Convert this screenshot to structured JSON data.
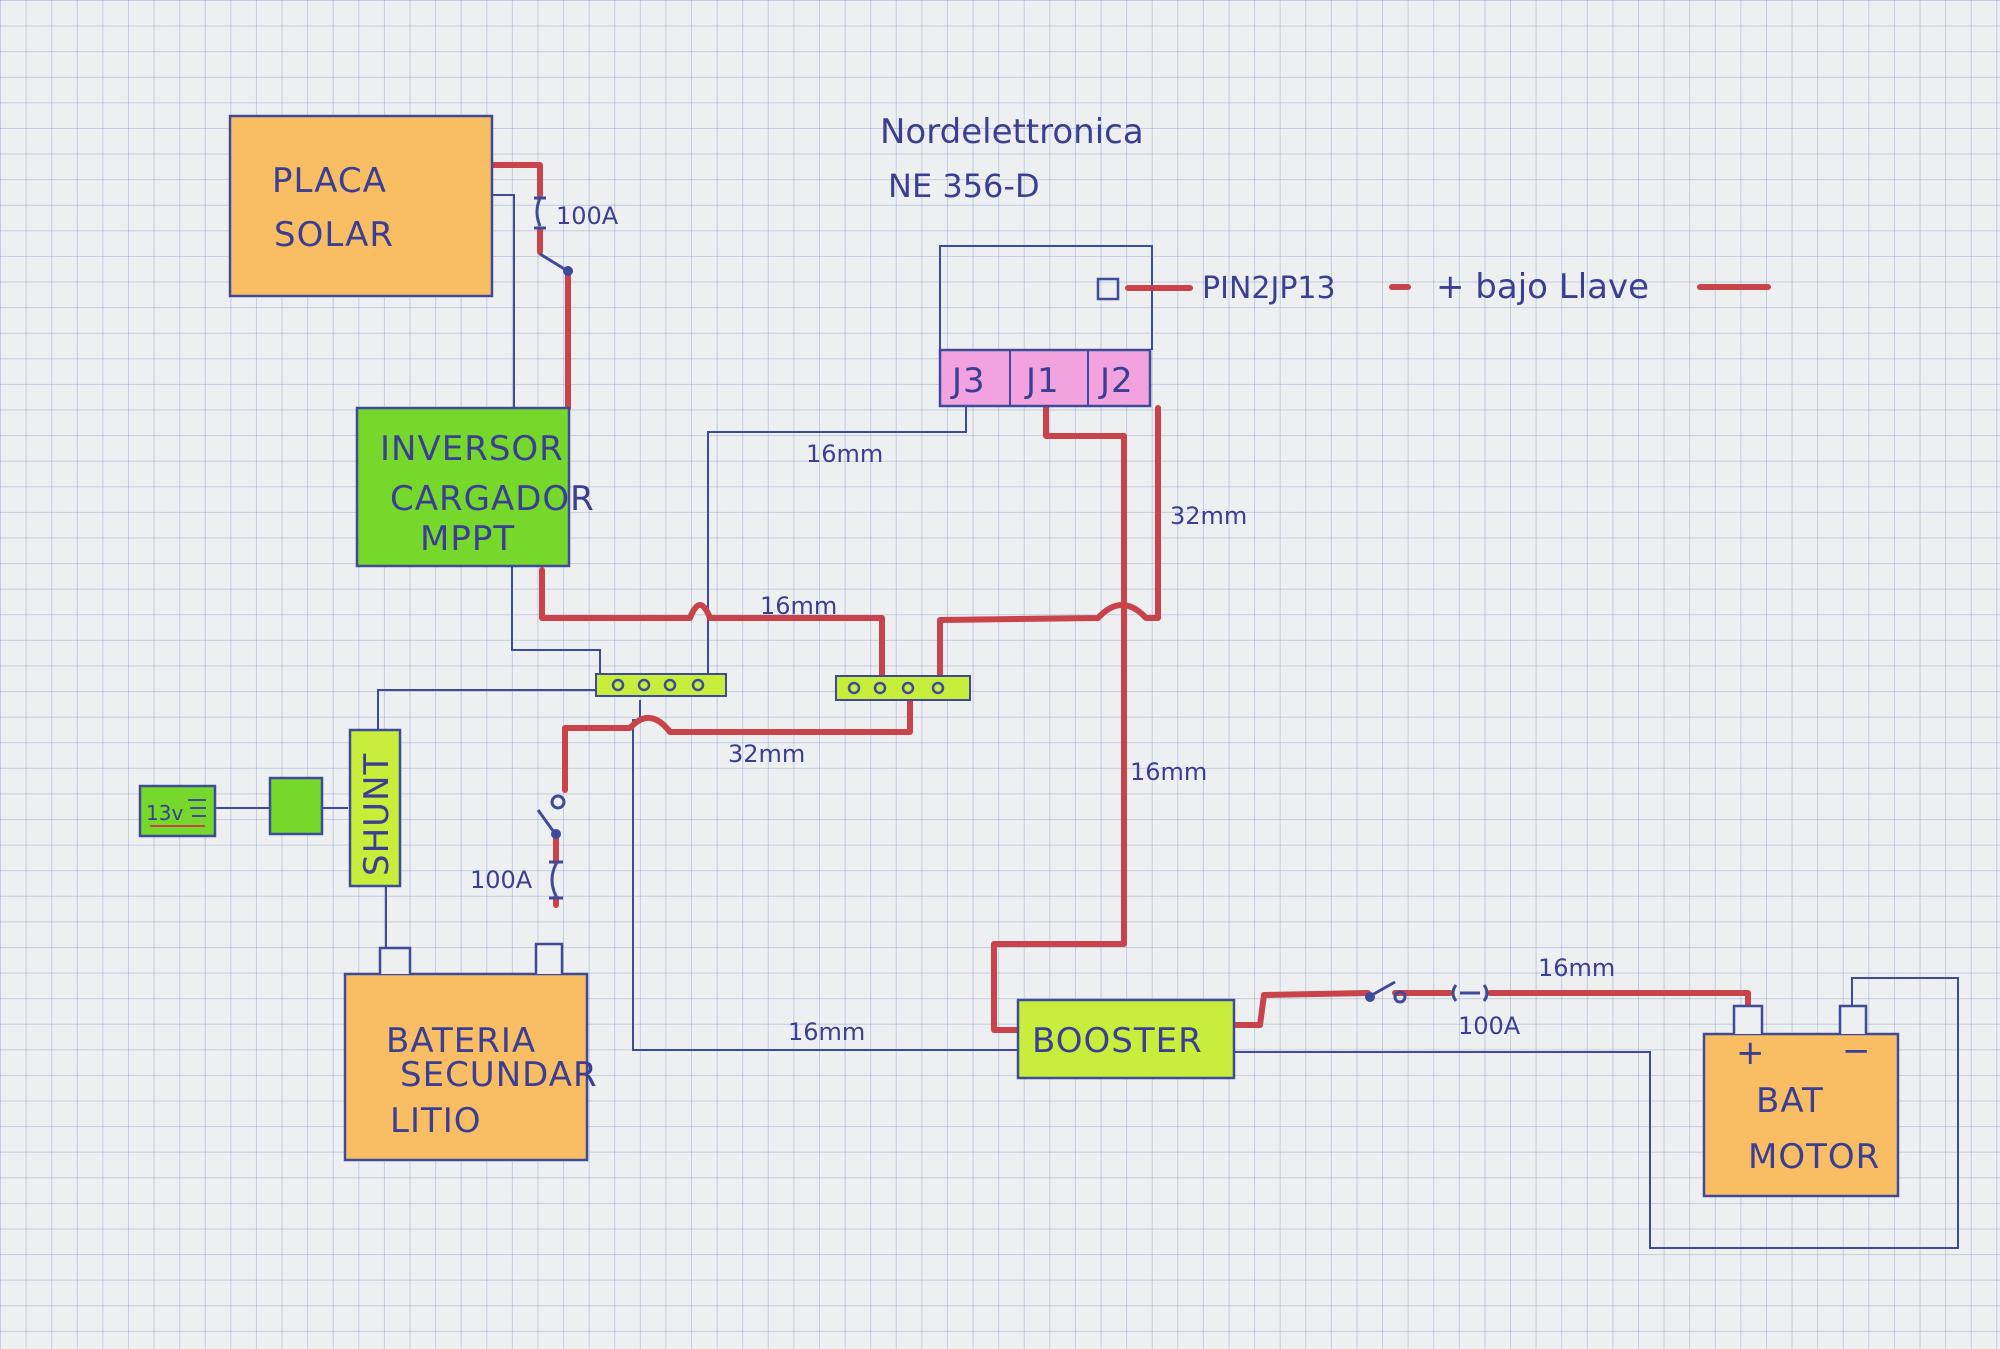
{
  "title": {
    "line1": "Nordelettronica",
    "line2": "NE 356-D"
  },
  "colors": {
    "orange": "#f9bd63",
    "green": "#76d82a",
    "yellow_green": "#c7ee3a",
    "pink": "#f3a2e0",
    "wire_red": "#c8434a",
    "wire_blue": "#3e4a9a",
    "ink": "#3a3f93"
  },
  "components": {
    "solar": {
      "line1": "PLACA",
      "line2": "SOLAR"
    },
    "inverter": {
      "line1": "INVERSOR",
      "line2": "CARGADOR",
      "line3": "MPPT"
    },
    "battery_secondary": {
      "line1": "BATERIA",
      "line2": "SECUNDAR",
      "line3": "LITIO"
    },
    "shunt": {
      "label": "SHUNT"
    },
    "monitor": {
      "label": "13v"
    },
    "booster": {
      "label": "BOOSTER"
    },
    "battery_motor": {
      "line1": "BAT",
      "line2": "MOTOR",
      "plus": "+",
      "minus": "−"
    },
    "controller": {
      "terminals": [
        "J3",
        "J1",
        "J2"
      ],
      "pin_label": "PIN2JP13",
      "key_label": "+ bajo Llave"
    }
  },
  "fuses": {
    "solar_fuse": "100A",
    "battery_fuse": "100A",
    "motor_fuse": "100A"
  },
  "wire_labels": {
    "controller_to_busbar": "16mm",
    "j2_wire": "32mm",
    "inverter_to_busbar": "16mm",
    "battery_to_busbar": "32mm",
    "j1_to_booster": "16mm",
    "booster_negative": "16mm",
    "motor_positive": "16mm"
  }
}
